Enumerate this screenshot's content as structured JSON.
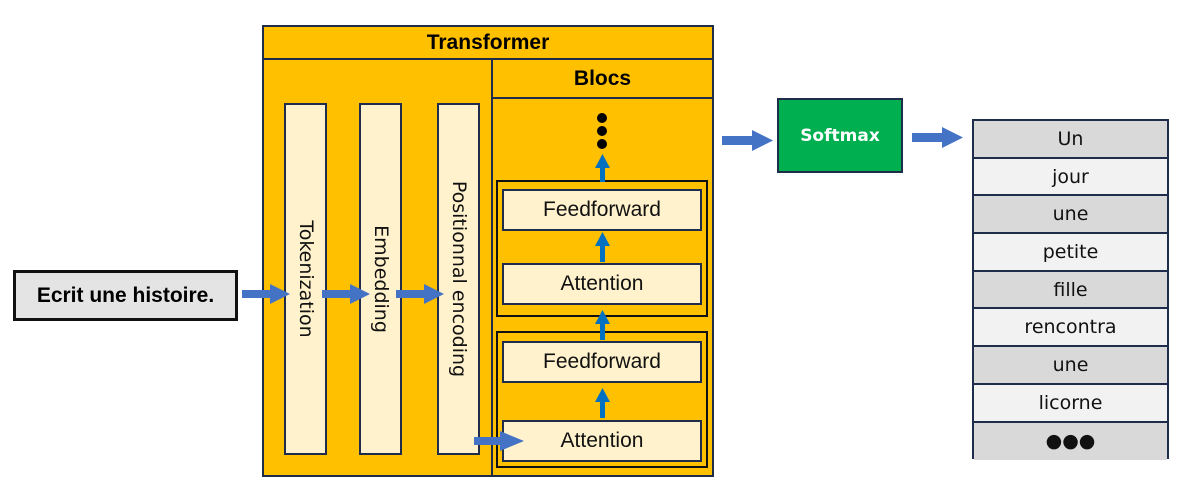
{
  "input": {
    "text": "Ecrit une histoire."
  },
  "transformer": {
    "title": "Transformer",
    "stages": [
      "Tokenization",
      "Embedding",
      "Positionnal encoding"
    ],
    "blocs": {
      "title": "Blocs",
      "continuation": "⋮",
      "blocks": [
        {
          "layers": [
            "Feedforward",
            "Attention"
          ]
        },
        {
          "layers": [
            "Feedforward",
            "Attention"
          ]
        }
      ]
    }
  },
  "softmax": {
    "label": "Softmax"
  },
  "output": {
    "tokens": [
      "Un",
      "jour",
      "une",
      "petite",
      "fille",
      "rencontra",
      "une",
      "licorne",
      "●●●"
    ]
  },
  "colors": {
    "transformer_bg": "#ffc000",
    "stage_bg": "#fff2cc",
    "softmax_bg": "#00b050",
    "arrow_blue": "#4472c4",
    "arrow_dark_blue": "#0070c0",
    "border": "#1f2d4a"
  }
}
